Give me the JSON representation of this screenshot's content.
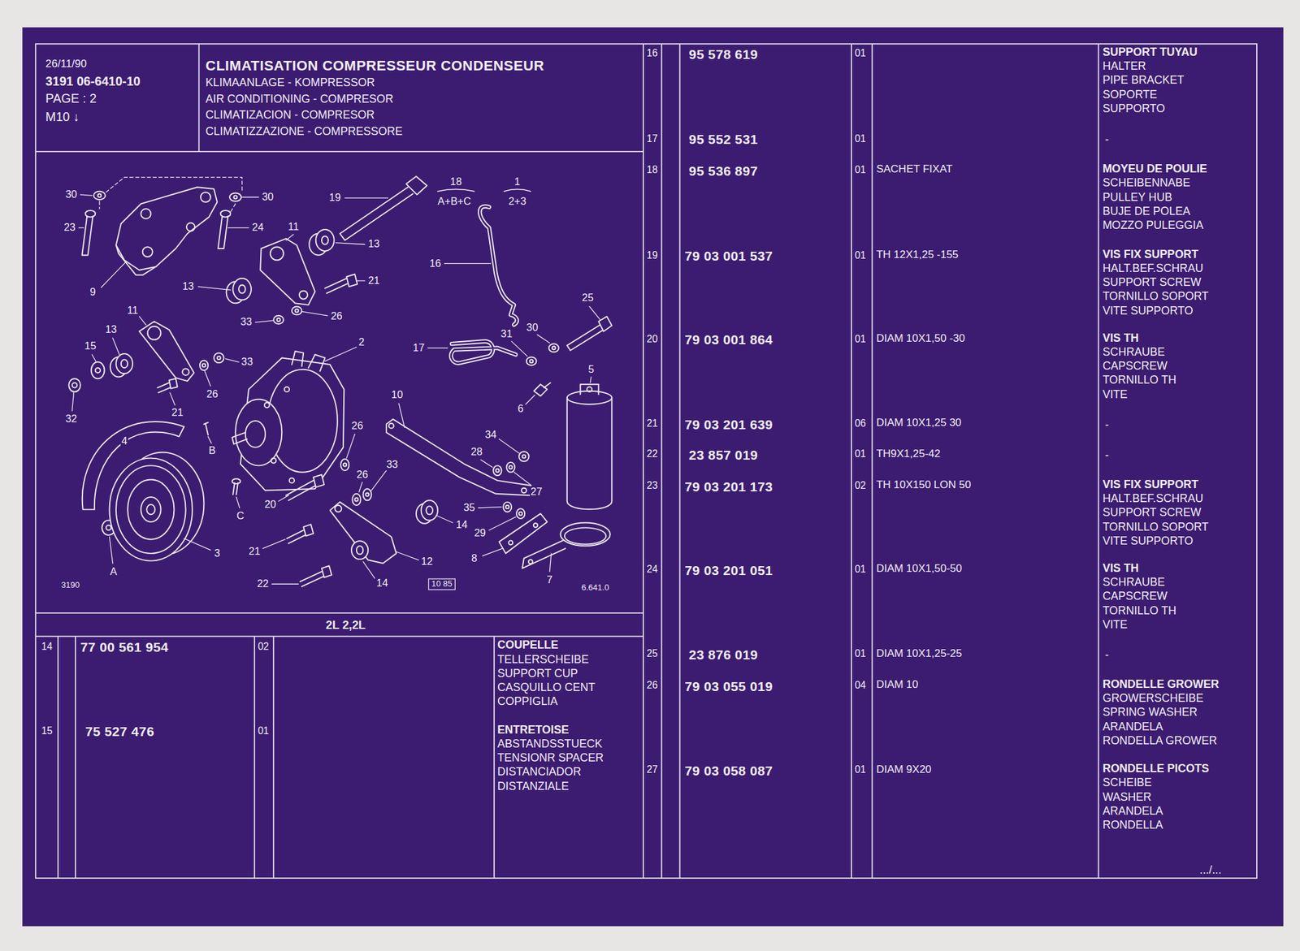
{
  "diagram": {
    "title": "CLIMATISATION  COMPRESSEUR  CONDENSEUR",
    "nodes": [
      {
        "text": [
          "26/11/90",
          "3191  06-6410-10",
          "PAGE : 2",
          "M10 ↓"
        ]
      },
      {
        "text": [
          "KLIMAANLAGE - KOMPRESSOR",
          "AIR CONDITIONING - COMPRESOR",
          "CLIMATIZACION - COMPRESOR",
          "CLIMATIZZAZIONE - COMPRESSORE"
        ]
      }
    ],
    "labels": [
      "30",
      "23",
      "9",
      "30",
      "24",
      "19",
      "18",
      "A+B+C",
      "1",
      "2+3",
      "11",
      "13",
      "16",
      "13",
      "21",
      "26",
      "33",
      "25",
      "11",
      "13",
      "2",
      "17",
      "31",
      "30",
      "15",
      "33",
      "5",
      "6",
      "26",
      "21",
      "32",
      "4",
      "10",
      "B",
      "26",
      "34",
      "28",
      "33",
      "26",
      "27",
      "C",
      "20",
      "35",
      "14",
      "29",
      "8",
      "21",
      "3",
      "12",
      "A",
      "22",
      "14",
      "7",
      "3190",
      "10 85",
      "6.641.0",
      "2L 2,2L",
      "14",
      "77 00 561 954",
      "02",
      "COUPELLE",
      "TELLERSCHEIBE",
      "SUPPORT CUP",
      "CASQUILLO CENT",
      "COPPIGLIA",
      "15",
      "75 527 476",
      "01",
      "ENTRETOISE",
      "ABSTANDSSTUECK",
      "TENSIONR SPACER",
      "DISTANCIADOR",
      "DISTANZIALE",
      "16",
      "95 578 619",
      "01",
      "SUPPORT TUYAU",
      "HALTER",
      "PIPE BRACKET",
      "SOPORTE",
      "SUPPORTO",
      "17",
      "95 552 531",
      "01",
      "-",
      "18",
      "95 536 897",
      "01",
      "SACHET FIXAT",
      "MOYEU DE POULIE",
      "SCHEIBENNABE",
      "PULLEY HUB",
      "BUJE DE POLEA",
      "MOZZO PULEGGIA",
      "19",
      "79 03 001 537",
      "01",
      "TH 12X1,25 -155",
      "VIS FIX SUPPORT",
      "HALT.BEF.SCHRAU",
      "SUPPORT SCREW",
      "TORNILLO SOPORT",
      "VITE SUPPORTO",
      "20",
      "79 03 001 864",
      "01",
      "DIAM 10X1,50 -30",
      "VIS TH",
      "SCHRAUBE",
      "CAPSCREW",
      "TORNILLO TH",
      "VITE",
      "21",
      "79 03 201 639",
      "06",
      "DIAM 10X1,25  30",
      "-",
      "22",
      "23 857 019",
      "01",
      "TH9X1,25-42",
      "-",
      "23",
      "79 03 201 173",
      "02",
      "TH 10X150 LON 50",
      "VIS FIX SUPPORT",
      "HALT.BEF.SCHRAU",
      "SUPPORT SCREW",
      "TORNILLO SOPORT",
      "VITE SUPPORTO",
      "24",
      "79 03 201 051",
      "01",
      "DIAM 10X1,50-50",
      "VIS TH",
      "SCHRAUBE",
      "CAPSCREW",
      "TORNILLO TH",
      "VITE",
      "25",
      "23 876 019",
      "01",
      "DIAM 10X1,25-25",
      "-",
      "26",
      "79 03 055 019",
      "04",
      "DIAM 10",
      "RONDELLE GROWER",
      "GROWERSCHEIBE",
      "SPRING WASHER",
      "ARANDELA",
      "RONDELLA GROWER",
      "27",
      "79 03 058 087",
      "01",
      "DIAM 9X20",
      "RONDELLE PICOTS",
      "SCHEIBE",
      "WASHER",
      "ARANDELA",
      "RONDELLA",
      ".../..."
    ]
  }
}
